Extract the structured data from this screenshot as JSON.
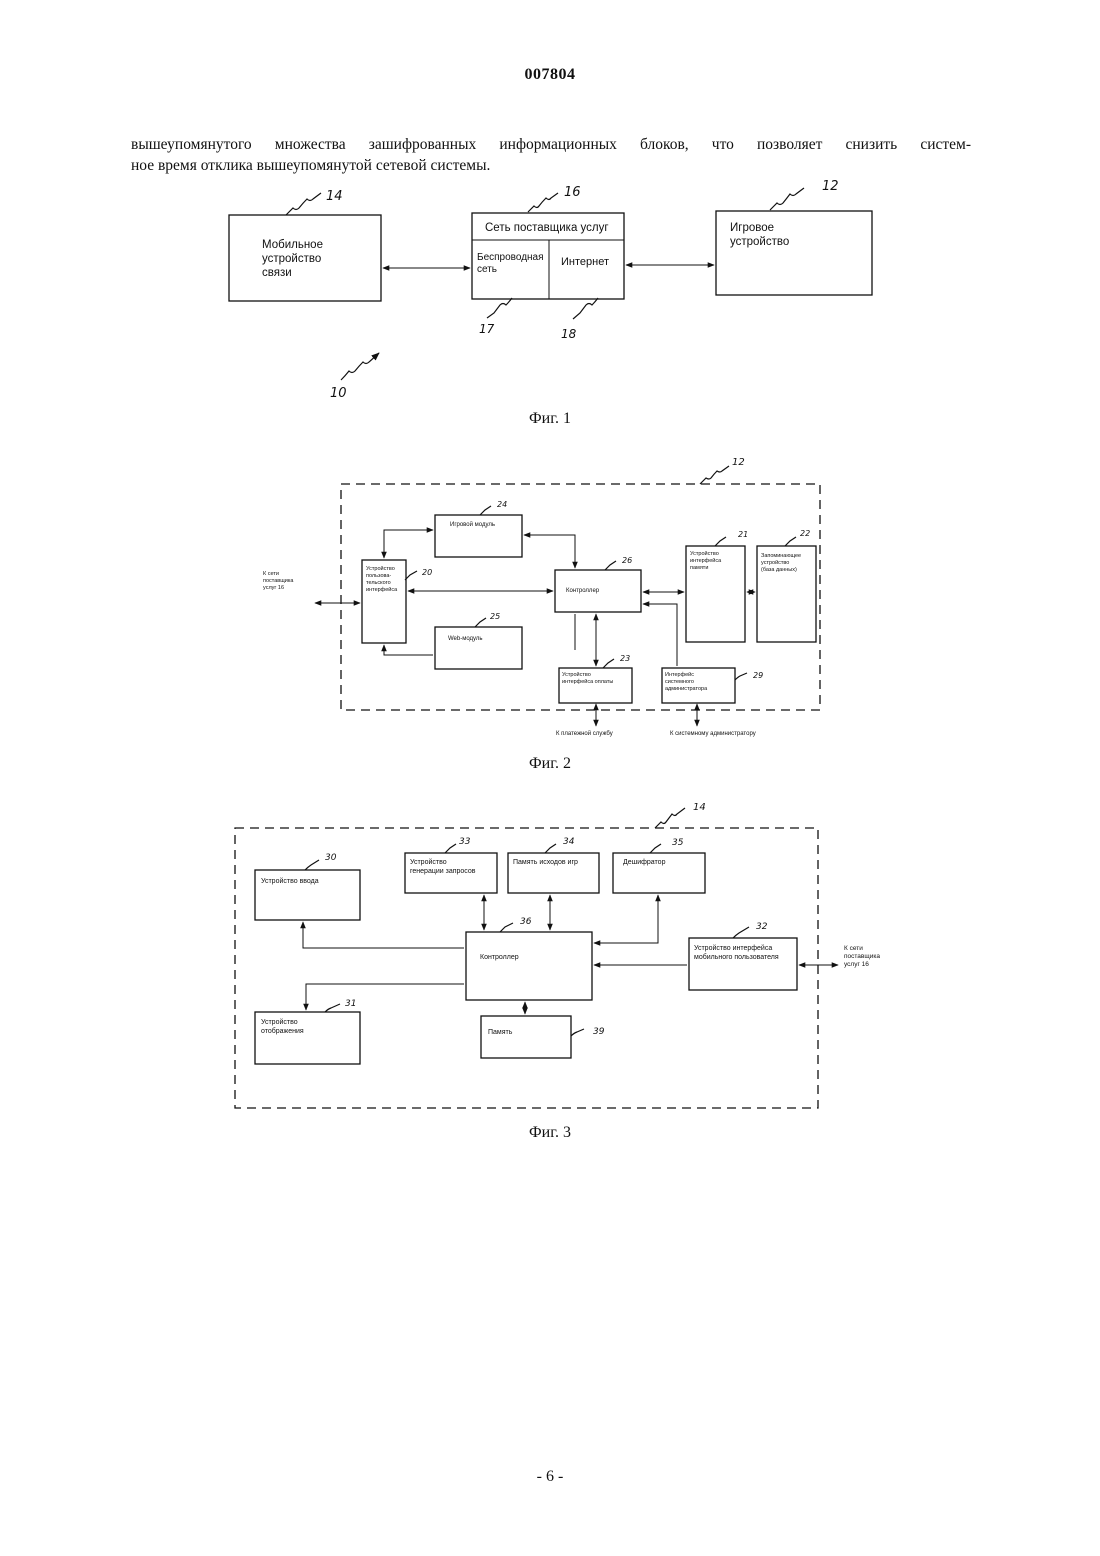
{
  "document": {
    "number": "007804",
    "text_line1": "вышеупомянутого множества зашифрованных информационных блоков, что позволяет снизить систем-",
    "text_line2": "ное время отклика вышеупомянутой сетевой системы.",
    "page_number": "- 6 -"
  },
  "fig1": {
    "caption": "Фиг. 1",
    "mobile_l1": "Мобильное",
    "mobile_l2": "устройство",
    "mobile_l3": "связи",
    "provider": "Сеть поставщика услуг",
    "wireless_l1": "Беспроводная",
    "wireless_l2": "сеть",
    "internet": "Интернет",
    "game_l1": "Игровое",
    "game_l2": "устройство",
    "ref_14": "14",
    "ref_16": "16",
    "ref_12": "12",
    "ref_17": "17",
    "ref_18": "18",
    "ref_10": "10"
  },
  "fig2": {
    "caption": "Фиг. 2",
    "ref_12": "12",
    "game_module": "Игровой модуль",
    "ref_24": "24",
    "ui_l1": "Устройство",
    "ui_l2": "пользова-",
    "ui_l3": "тельского",
    "ui_l4": "интерфейса",
    "ref_20": "20",
    "controller": "Контроллер",
    "ref_26": "26",
    "mem_if_l1": "Устройство",
    "mem_if_l2": "интерфейса",
    "mem_if_l3": "памяти",
    "ref_21": "21",
    "storage_l1": "Запоминающее",
    "storage_l2": "устройство",
    "storage_l3": "(база данных)",
    "ref_22": "22",
    "web_module": "Web-модуль",
    "ref_25": "25",
    "pay_l1": "Устройство",
    "pay_l2": "интерфейса оплаты",
    "ref_23": "23",
    "admin_l1": "Интерфейс",
    "admin_l2": "системного",
    "admin_l3": "администратора",
    "ref_29": "29",
    "to_net_l1": "К сети",
    "to_net_l2": "поставщика",
    "to_net_l3": "услуг 16",
    "to_payment": "К платежной службу",
    "to_admin": "К системному администратору"
  },
  "fig3": {
    "caption": "Фиг. 3",
    "ref_14": "14",
    "input": "Устройство ввода",
    "ref_30": "30",
    "reqgen_l1": "Устройство",
    "reqgen_l2": "генерации запросов",
    "ref_33": "33",
    "outcome": "Память исходов игр",
    "ref_34": "34",
    "decoder": "Дешифратор",
    "ref_35": "35",
    "controller": "Контроллер",
    "ref_36": "36",
    "mobile_if_l1": "Устройство интерфейса",
    "mobile_if_l2": "мобильного пользователя",
    "ref_32": "32",
    "to_net_l1": "К сети",
    "to_net_l2": "поставщика",
    "to_net_l3": "услуг 16",
    "display_l1": "Устройство",
    "display_l2": "отображения",
    "ref_31": "31",
    "memory": "Память",
    "ref_39": "39"
  }
}
